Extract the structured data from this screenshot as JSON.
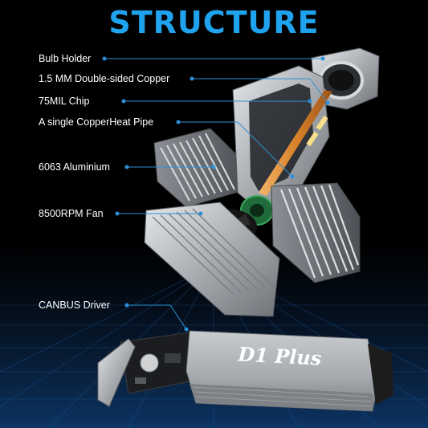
{
  "title": "STRUCTURE",
  "labels": [
    "Bulb Holder",
    "1.5 MM Double-sided Copper",
    "75MIL Chip",
    "A single CopperHeat Pipe",
    "6063 Aluminium",
    "8500RPM Fan",
    "CANBUS Driver"
  ],
  "driver_box_text": "D1 Plus",
  "colors": {
    "accent": "#1fa3ee",
    "background": "#000000",
    "label_text": "#ffffff",
    "leader_line": "#2e8fd6"
  }
}
